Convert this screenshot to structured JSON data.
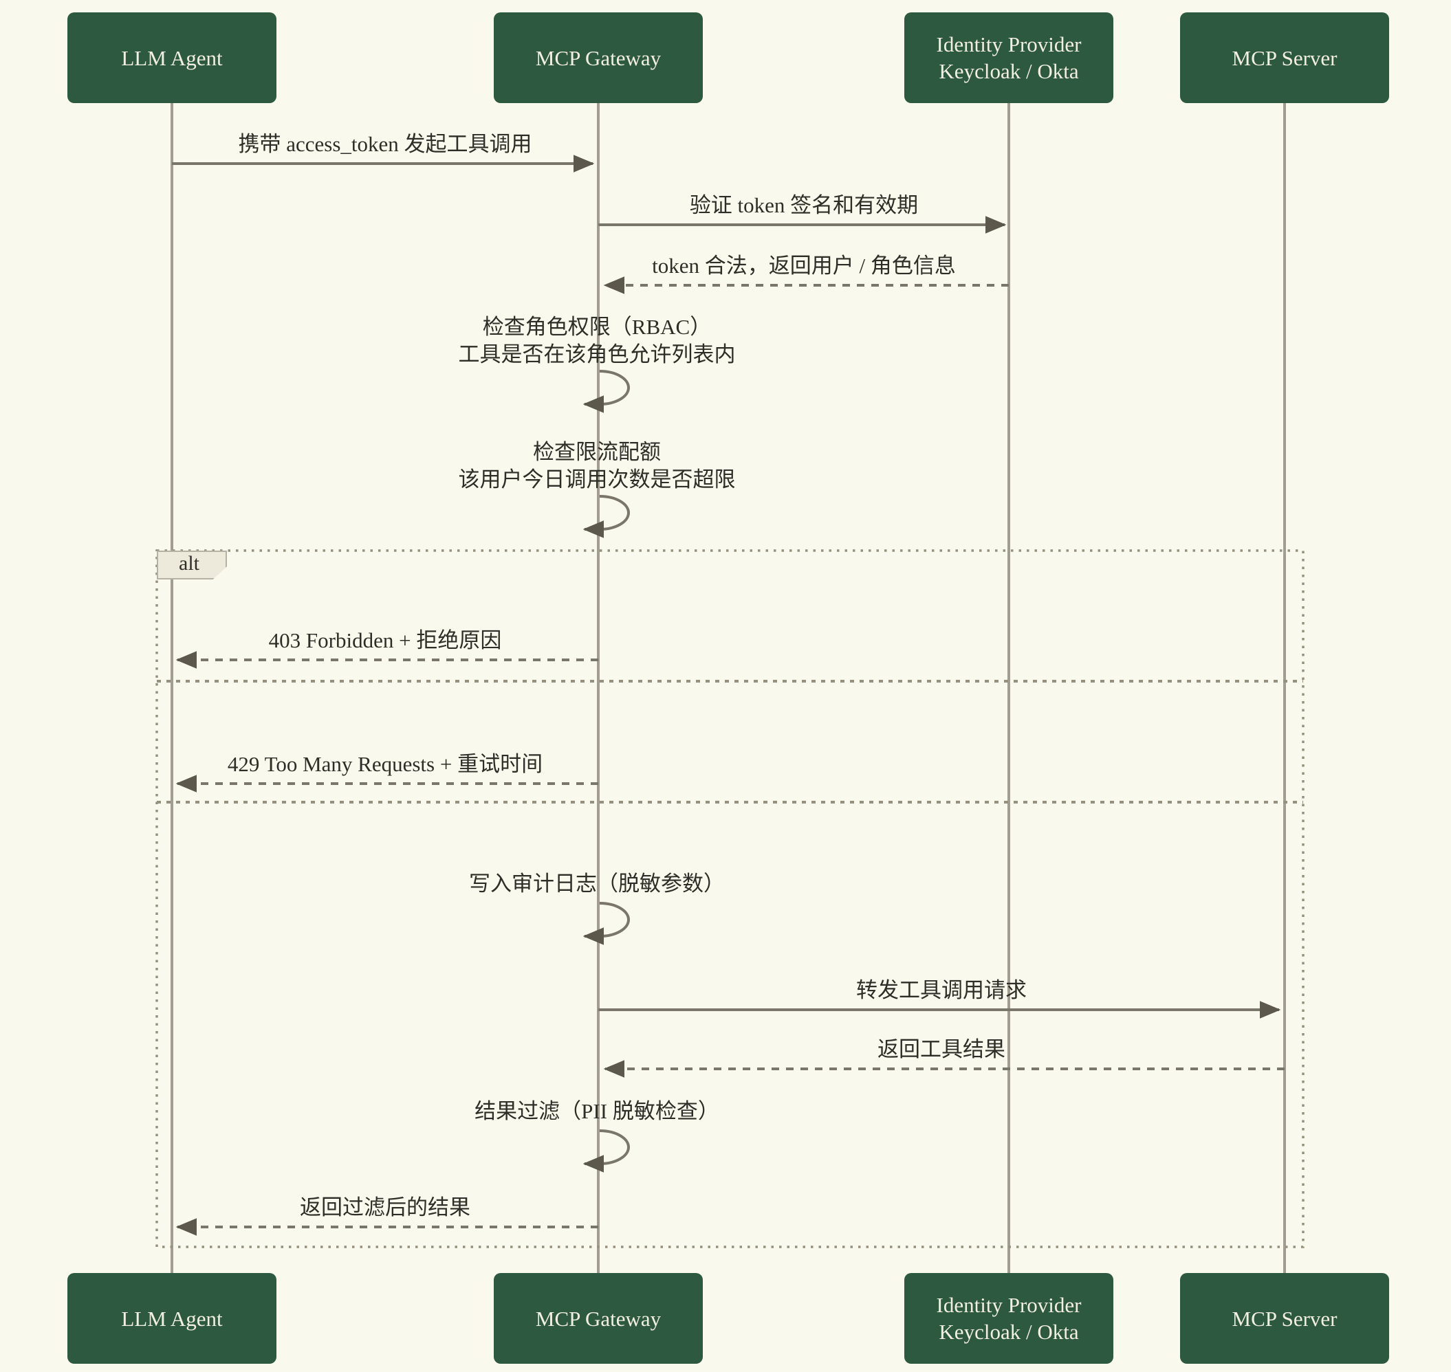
{
  "diagram_type": "sequence",
  "colors": {
    "background": "#faf9ed",
    "participant_fill": "#2d5941",
    "participant_text": "#f2efe2",
    "message_line": "#7a7669",
    "arrowhead": "#5c594c",
    "lifeline": "#a29d90",
    "frame_border": "#95917e",
    "alt_label_bg": "#eeeadb",
    "text": "#2e2d27"
  },
  "participants": [
    {
      "id": "llm-agent",
      "lines": [
        "LLM Agent"
      ]
    },
    {
      "id": "mcp-gateway",
      "lines": [
        "MCP Gateway"
      ]
    },
    {
      "id": "identity-provider",
      "lines": [
        "Identity Provider",
        "Keycloak / Okta"
      ]
    },
    {
      "id": "mcp-server",
      "lines": [
        "MCP Server"
      ]
    }
  ],
  "alt": {
    "label": "alt"
  },
  "messages": [
    {
      "type": "solid",
      "from": "LLM Agent",
      "to": "MCP Gateway",
      "text": "携带 access_token 发起工具调用"
    },
    {
      "type": "solid",
      "from": "MCP Gateway",
      "to": "Identity Provider",
      "text": "验证 token 签名和有效期"
    },
    {
      "type": "dashed",
      "from": "Identity Provider",
      "to": "MCP Gateway",
      "text": "token 合法，返回用户 / 角色信息"
    },
    {
      "type": "self",
      "on": "MCP Gateway",
      "lines": [
        "检查角色权限（RBAC）",
        "工具是否在该角色允许列表内"
      ]
    },
    {
      "type": "self",
      "on": "MCP Gateway",
      "lines": [
        "检查限流配额",
        "该用户今日调用次数是否超限"
      ]
    },
    {
      "type": "dashed",
      "from": "MCP Gateway",
      "to": "LLM Agent",
      "text": "403 Forbidden + 拒绝原因"
    },
    {
      "type": "dashed",
      "from": "MCP Gateway",
      "to": "LLM Agent",
      "text": "429 Too Many Requests + 重试时间"
    },
    {
      "type": "self",
      "on": "MCP Gateway",
      "lines": [
        "写入审计日志（脱敏参数）"
      ]
    },
    {
      "type": "solid",
      "from": "MCP Gateway",
      "to": "MCP Server",
      "text": "转发工具调用请求"
    },
    {
      "type": "dashed",
      "from": "MCP Server",
      "to": "MCP Gateway",
      "text": "返回工具结果"
    },
    {
      "type": "self",
      "on": "MCP Gateway",
      "lines": [
        "结果过滤（PII 脱敏检查）"
      ]
    },
    {
      "type": "dashed",
      "from": "MCP Gateway",
      "to": "LLM Agent",
      "text": "返回过滤后的结果"
    }
  ]
}
